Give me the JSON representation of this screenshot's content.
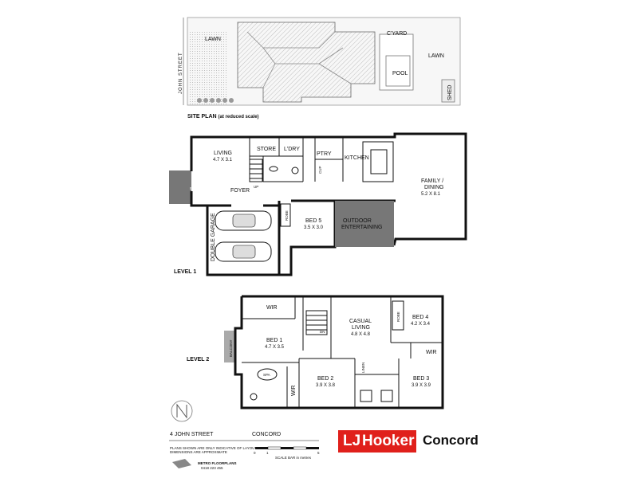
{
  "site_plan": {
    "title": "SITE PLAN",
    "subtitle": "(at reduced scale)",
    "street": "JOHN STREET",
    "labels": {
      "lawn_left": "LAWN",
      "courtyard": "C'YARD",
      "lawn_right": "LAWN",
      "pool": "POOL",
      "shed": "SHED"
    }
  },
  "level1": {
    "title": "LEVEL 1",
    "rooms": {
      "living": "LIVING",
      "living_dim": "4.7 X 3.1",
      "store": "STORE",
      "laundry": "L'DRY",
      "pantry": "PTRY",
      "kitchen": "KITCHEN",
      "family": "FAMILY /",
      "dining": "DINING",
      "family_dim": "5.2 X 8.1",
      "entry": "ENTRY",
      "foyer": "FOYER",
      "up": "UP",
      "cup": "CUP",
      "bed5": "BED 5",
      "bed5_dim": "3.5 X 3.0",
      "robe": "ROBE",
      "outdoor1": "OUTDOOR",
      "outdoor2": "ENTERTAINING",
      "garage": "DOUBLE GARAGE"
    }
  },
  "level2": {
    "title": "LEVEL 2",
    "rooms": {
      "wir_top": "WIR",
      "casual1": "CASUAL",
      "casual2": "LIVING",
      "casual_dim": "4.8 X 4.8",
      "bed4": "BED 4",
      "bed4_dim": "4.2 X 3.4",
      "robe": "ROBE",
      "bed1": "BED 1",
      "bed1_dim": "4.7 X 3.5",
      "balcony": "BALCONY",
      "dn": "DN",
      "wir_right": "WIR",
      "spa": "SPA",
      "bed2": "BED 2",
      "bed2_dim": "3.9 X 3.8",
      "wir_left": "WIR",
      "linen": "LINEN",
      "bed3": "BED 3",
      "bed3_dim": "3.9 X 3.9"
    }
  },
  "footer": {
    "address": "4 JOHN STREET",
    "suburb": "CONCORD",
    "disclaimer1": "PLANS SHOWN ARE ONLY INDICATIVE OF LAYOUT.",
    "disclaimer2": "DIMENSIONS ARE APPROXIMATE",
    "scale_0": "0",
    "scale_1": "1",
    "scale_5": "5",
    "scale_caption": "SCALE BAR in metres",
    "company": "METRO FLOORPLANS",
    "phone": "0418 223 455"
  },
  "brand": {
    "lj": "LJ",
    "hooker": "Hooker",
    "office": "Concord",
    "color": "#e0201b"
  }
}
